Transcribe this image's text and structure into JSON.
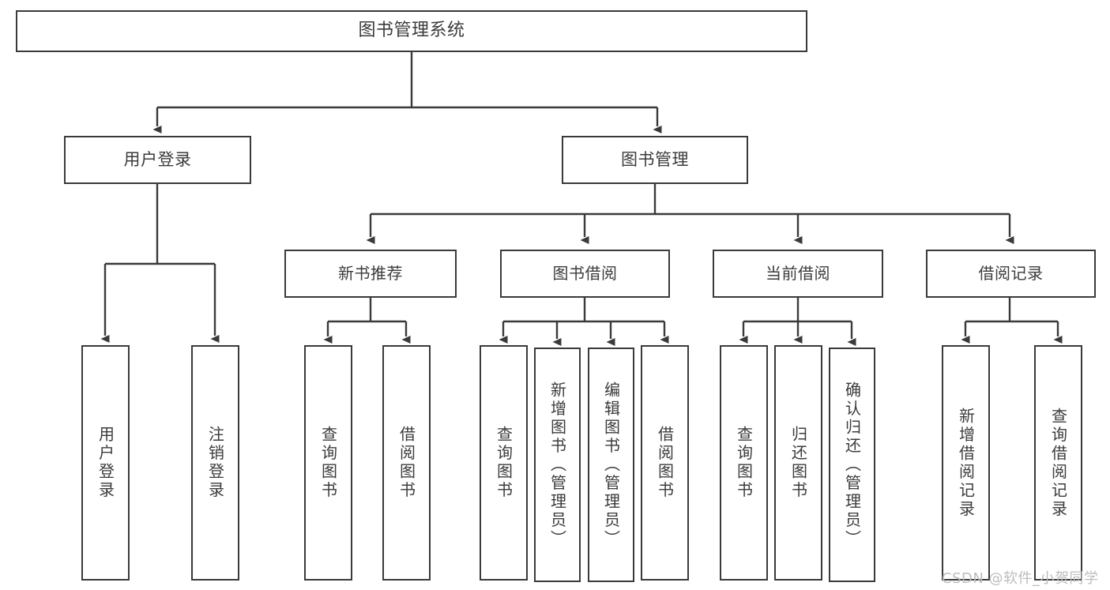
{
  "diagram": {
    "title": "图书管理系统",
    "type": "tree-hierarchy-diagram",
    "background_color": "#ffffff",
    "line_color": "#3a3a3a",
    "text_color": "#3b3b3b"
  },
  "nodes": {
    "root": {
      "label": "图书管理系统"
    },
    "level1": [
      {
        "id": "user-login",
        "label": "用户登录"
      },
      {
        "id": "book-management",
        "label": "图书管理"
      }
    ],
    "level2": [
      {
        "id": "new-book-recommend",
        "label": "新书推荐"
      },
      {
        "id": "book-borrow",
        "label": "图书借阅"
      },
      {
        "id": "current-borrow",
        "label": "当前借阅"
      },
      {
        "id": "borrow-record",
        "label": "借阅记录"
      }
    ],
    "leaves": {
      "user_login": [
        {
          "id": "leaf-user-login",
          "label": "用户登录"
        },
        {
          "id": "leaf-logout-login",
          "label": "注销登录"
        }
      ],
      "new_book_recommend": [
        {
          "id": "leaf-query-book-1",
          "label": "查询图书"
        },
        {
          "id": "leaf-borrow-book-1",
          "label": "借阅图书"
        }
      ],
      "book_borrow": [
        {
          "id": "leaf-query-book-2",
          "label": "查询图书"
        },
        {
          "id": "leaf-add-book",
          "label": "新增图书（管理员）"
        },
        {
          "id": "leaf-edit-book",
          "label": "编辑图书（管理员）"
        },
        {
          "id": "leaf-borrow-book-2",
          "label": "借阅图书"
        }
      ],
      "current_borrow": [
        {
          "id": "leaf-query-book-3",
          "label": "查询图书"
        },
        {
          "id": "leaf-return-book",
          "label": "归还图书"
        },
        {
          "id": "leaf-confirm-return",
          "label": "确认归还（管理员）"
        }
      ],
      "borrow_record": [
        {
          "id": "leaf-add-record",
          "label": "新增借阅记录"
        },
        {
          "id": "leaf-query-record",
          "label": "查询借阅记录"
        }
      ]
    }
  },
  "watermark": {
    "text": "CSDN @软件_小贺同学"
  }
}
